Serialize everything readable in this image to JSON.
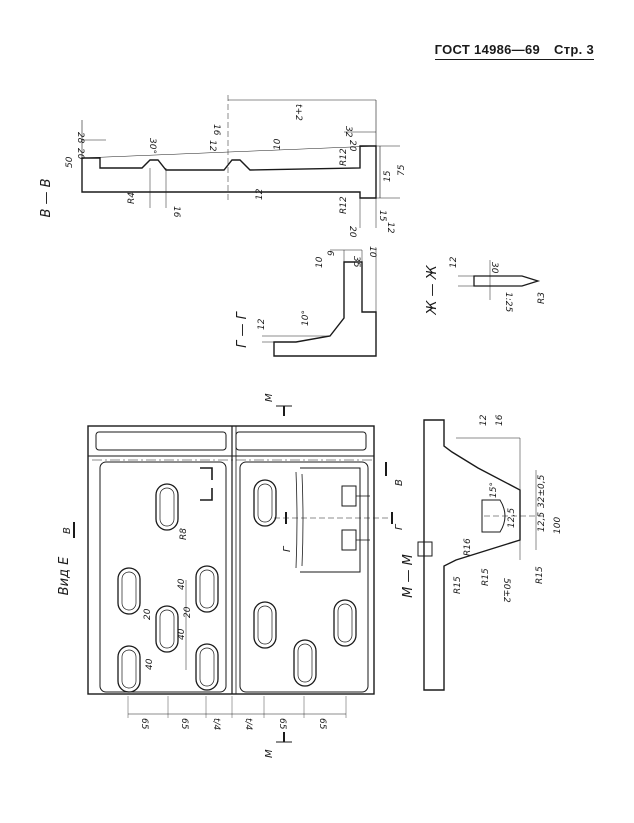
{
  "header": {
    "standard": "ГОСТ 14986—69",
    "page": "Стр. 3"
  },
  "section_vv": {
    "title": "В — В",
    "dims": [
      "28",
      "20",
      "50",
      "R4",
      "16",
      "30°",
      "16",
      "12",
      "12",
      "10",
      "t+2",
      "32",
      "20",
      "R12",
      "15",
      "75",
      "R12",
      "15",
      "20",
      "12"
    ]
  },
  "section_gg": {
    "title": "Г — Г",
    "dims": [
      "12",
      "10°",
      "10",
      "9",
      "35",
      "10"
    ]
  },
  "section_zhzh": {
    "title": "Ж — Ж",
    "dims": [
      "12",
      "30",
      "1:25",
      "R3"
    ]
  },
  "view_e": {
    "title": "Вид Е",
    "dims": [
      "R8",
      "40",
      "20",
      "40",
      "20",
      "40",
      "65",
      "65",
      "t/4",
      "t/4",
      "65",
      "65"
    ],
    "markers": {
      "b_top": "В",
      "b_right": "В",
      "g_left": "Г",
      "g_right": "Г",
      "m_top": "М",
      "m_bottom": "М"
    }
  },
  "section_mm": {
    "title": "М — М",
    "dims": [
      "12",
      "16",
      "32±0,5",
      "15°",
      "12,5",
      "12,5",
      "100",
      "R16",
      "R15",
      "R15",
      "R15",
      "50±2"
    ]
  }
}
